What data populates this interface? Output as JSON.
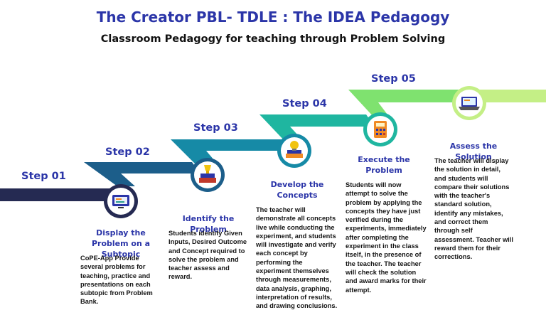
{
  "title": "The Creator PBL- TDLE : The IDEA Pedagogy",
  "subtitle": "Classroom Pedagogy for teaching through Problem Solving",
  "colors": {
    "title": "#2b35a8",
    "step1": "#252a52",
    "step2": "#1c5e8a",
    "step3": "#168aa6",
    "step4": "#1fb6a0",
    "step5": "#7fe26f",
    "step6": "#c4ef86"
  },
  "steps": [
    {
      "label": "Step 01",
      "heading": "Display the Problem on a Subtopic",
      "icon": "app-screen-icon",
      "body": "CoPE-App Provide several problems for teaching, practice and presentations on each subtopic from Problem Bank."
    },
    {
      "label": "Step 02",
      "heading": "Identify the Problem",
      "icon": "book-trophy-icon",
      "body": "Students identify Given Inputs, Desired Outcome and Concept required to solve the problem and teacher assess and reward."
    },
    {
      "label": "Step 03",
      "heading": "Develop the Concepts",
      "icon": "lightbulb-book-icon",
      "body": "The teacher will demonstrate all concepts live while conducting the experiment, and students will investigate and verify each concept by performing the experiment themselves through measurements, data analysis, graphing, interpretation of results, and drawing conclusions."
    },
    {
      "label": "Step 04",
      "heading": "Execute the Problem",
      "icon": "calculator-icon",
      "body": "Students will now attempt to solve the problem by applying the concepts they have just verified during the experiments, immediately after completing the experiment in the class itself, in the presence of the teacher. The teacher will check the solution and award marks for their attempt."
    },
    {
      "label": "Step 05",
      "heading": "Assess the Solution",
      "icon": "laptop-icon",
      "body": "The teacher will display the solution in detail, and students will compare their solutions with the teacher's standard solution, identify any mistakes, and correct them through self assessment. Teacher will reward them for their corrections."
    }
  ]
}
